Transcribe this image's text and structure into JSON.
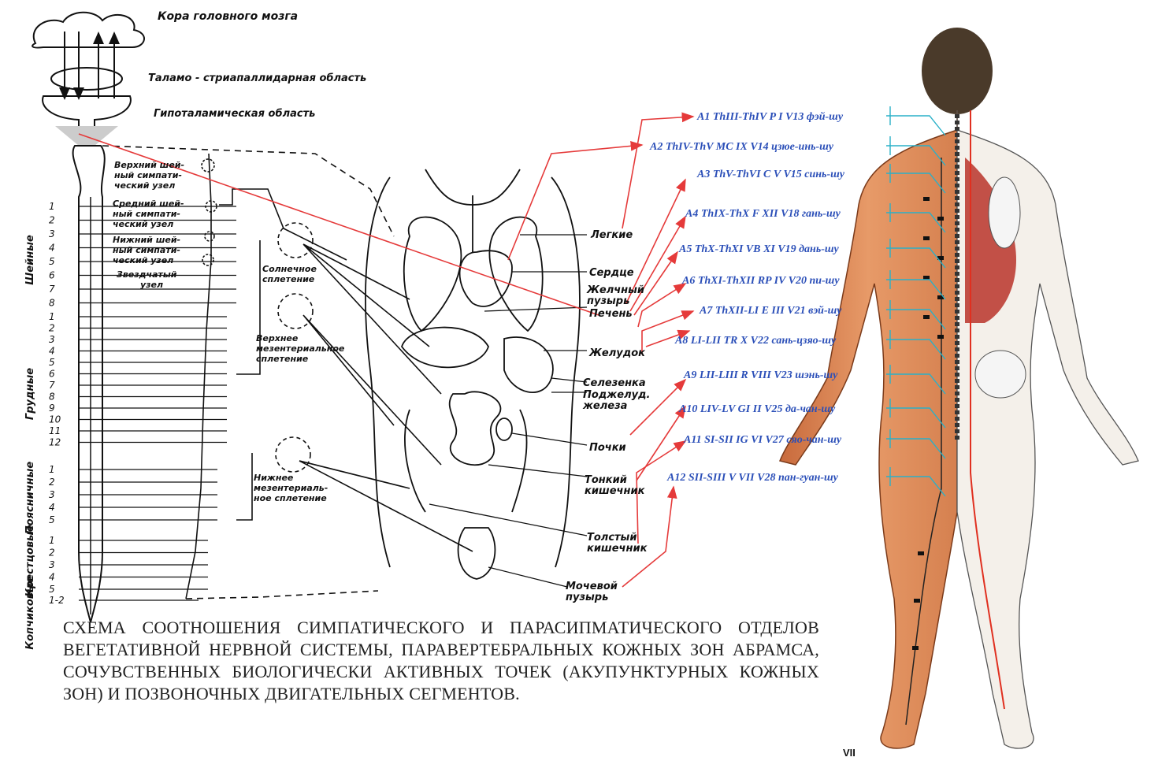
{
  "brain_levels": {
    "cortex": "Кора головного мозга",
    "thalamus": "Таламо - стриапаллидарная область",
    "hypothalamus": "Гипоталамическая область"
  },
  "ganglia": {
    "upper": [
      "Верхний шей-",
      "ный симпати-",
      "ческий узел"
    ],
    "middle": [
      "Средний шей-",
      "ный симпати-",
      "ческий узел"
    ],
    "lower": [
      "Нижний шей-",
      "ный симпати-",
      "ческий узел"
    ],
    "stellate": [
      "Звездчатый",
      "узел"
    ]
  },
  "plexuses": {
    "solar": [
      "Солнечное",
      "сплетение"
    ],
    "superior_mesenteric": [
      "Верхнее",
      "мезентериальное",
      "сплетение"
    ],
    "inferior_mesenteric": [
      "Нижнее",
      "мезентериаль-",
      "ное сплетение"
    ]
  },
  "spine_regions": [
    {
      "name": "Шейные",
      "segments": [
        "1",
        "2",
        "3",
        "4",
        "5",
        "6",
        "7",
        "8"
      ]
    },
    {
      "name": "Грудные",
      "segments": [
        "1",
        "2",
        "3",
        "4",
        "5",
        "6",
        "7",
        "8",
        "9",
        "10",
        "11",
        "12"
      ]
    },
    {
      "name": "Поясничные",
      "segments": [
        "1",
        "2",
        "3",
        "4",
        "5"
      ]
    },
    {
      "name": "Крестцовые",
      "segments": [
        "1",
        "2",
        "3",
        "4",
        "5"
      ]
    },
    {
      "name": "Копчиковые",
      "segments": [
        "1-2"
      ]
    }
  ],
  "organs": [
    {
      "id": "lungs",
      "lines": [
        "Легкие"
      ]
    },
    {
      "id": "heart",
      "lines": [
        "Сердце"
      ]
    },
    {
      "id": "gallbladder",
      "lines": [
        "Желчный",
        "пузырь"
      ]
    },
    {
      "id": "liver",
      "lines": [
        "Печень"
      ]
    },
    {
      "id": "stomach",
      "lines": [
        "Желудок"
      ]
    },
    {
      "id": "spleen",
      "lines": [
        "Селезенка"
      ]
    },
    {
      "id": "pancreas",
      "lines": [
        "Поджелуд.",
        "железа"
      ]
    },
    {
      "id": "kidneys",
      "lines": [
        "Почки"
      ]
    },
    {
      "id": "small_intestine",
      "lines": [
        "Тонкий",
        "кишечник"
      ]
    },
    {
      "id": "large_intestine",
      "lines": [
        "Толстый",
        "кишечник"
      ]
    },
    {
      "id": "bladder",
      "lines": [
        "Мочевой",
        "пузырь"
      ]
    }
  ],
  "acupoints": [
    "A1 ThIII-ThIV P I V13 фэй-шу",
    "A2 ThIV-ThV MC IX V14 цзюе-инь-шу",
    "A3 ThV-ThVI C V V15 синь-шу",
    "A4 ThIX-ThX F XII V18 гань-шу",
    "A5 ThX-ThXI VB XI V19 дань-шу",
    "A6 ThXI-ThXII RP IV V20 пи-шу",
    "A7 ThXII-LI E III V21 вэй-шу",
    "A8 LI-LII TR X V22 сань-цзяо-шу",
    "A9 LII-LIII R VIII V23 шэнь-шу",
    "A10 LIV-LV GI II V25 да-чан-шу",
    "A11 SI-SII IG VI V27 сяо-чан-шу",
    "A12 SII-SIII V VII V28 пан-гуан-шу"
  ],
  "figure_label": "VII",
  "caption": "СХЕМА СООТНОШЕНИЯ СИМПАТИЧЕСКОГО И ПАРАСИПМАТИЧЕСКОГО ОТДЕЛОВ ВЕГЕТАТИВНОЙ НЕРВНОЙ СИСТЕМЫ, ПАРАВЕРТЕБРАЛЬНЫХ КОЖНЫХ ЗОН АБРАМСА, СОЧУВСТВЕННЫХ БИОЛОГИЧЕСКИ АКТИВНЫХ ТОЧЕК (АКУПУНКТУРНЫХ КОЖНЫХ ЗОН) И ПОЗВОНОЧНЫХ ДВИГАТЕЛЬНЫХ СЕГМЕНТОВ.",
  "colors": {
    "connector_red": "#e53a3a",
    "point_blue": "#2b4fb8",
    "skin": "#e0895a",
    "ink": "#111111"
  }
}
